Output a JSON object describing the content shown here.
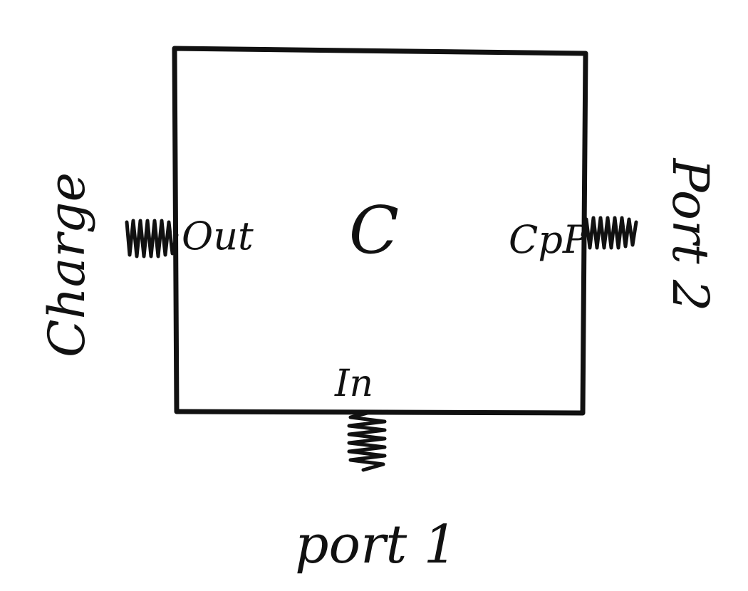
{
  "diagram": {
    "component": {
      "label": "C"
    },
    "ports": [
      {
        "internal_label": "Out",
        "external_label": "Charge"
      },
      {
        "internal_label": "CpP",
        "external_label": "Port 2"
      },
      {
        "internal_label": "In",
        "external_label": "port 1"
      }
    ]
  }
}
